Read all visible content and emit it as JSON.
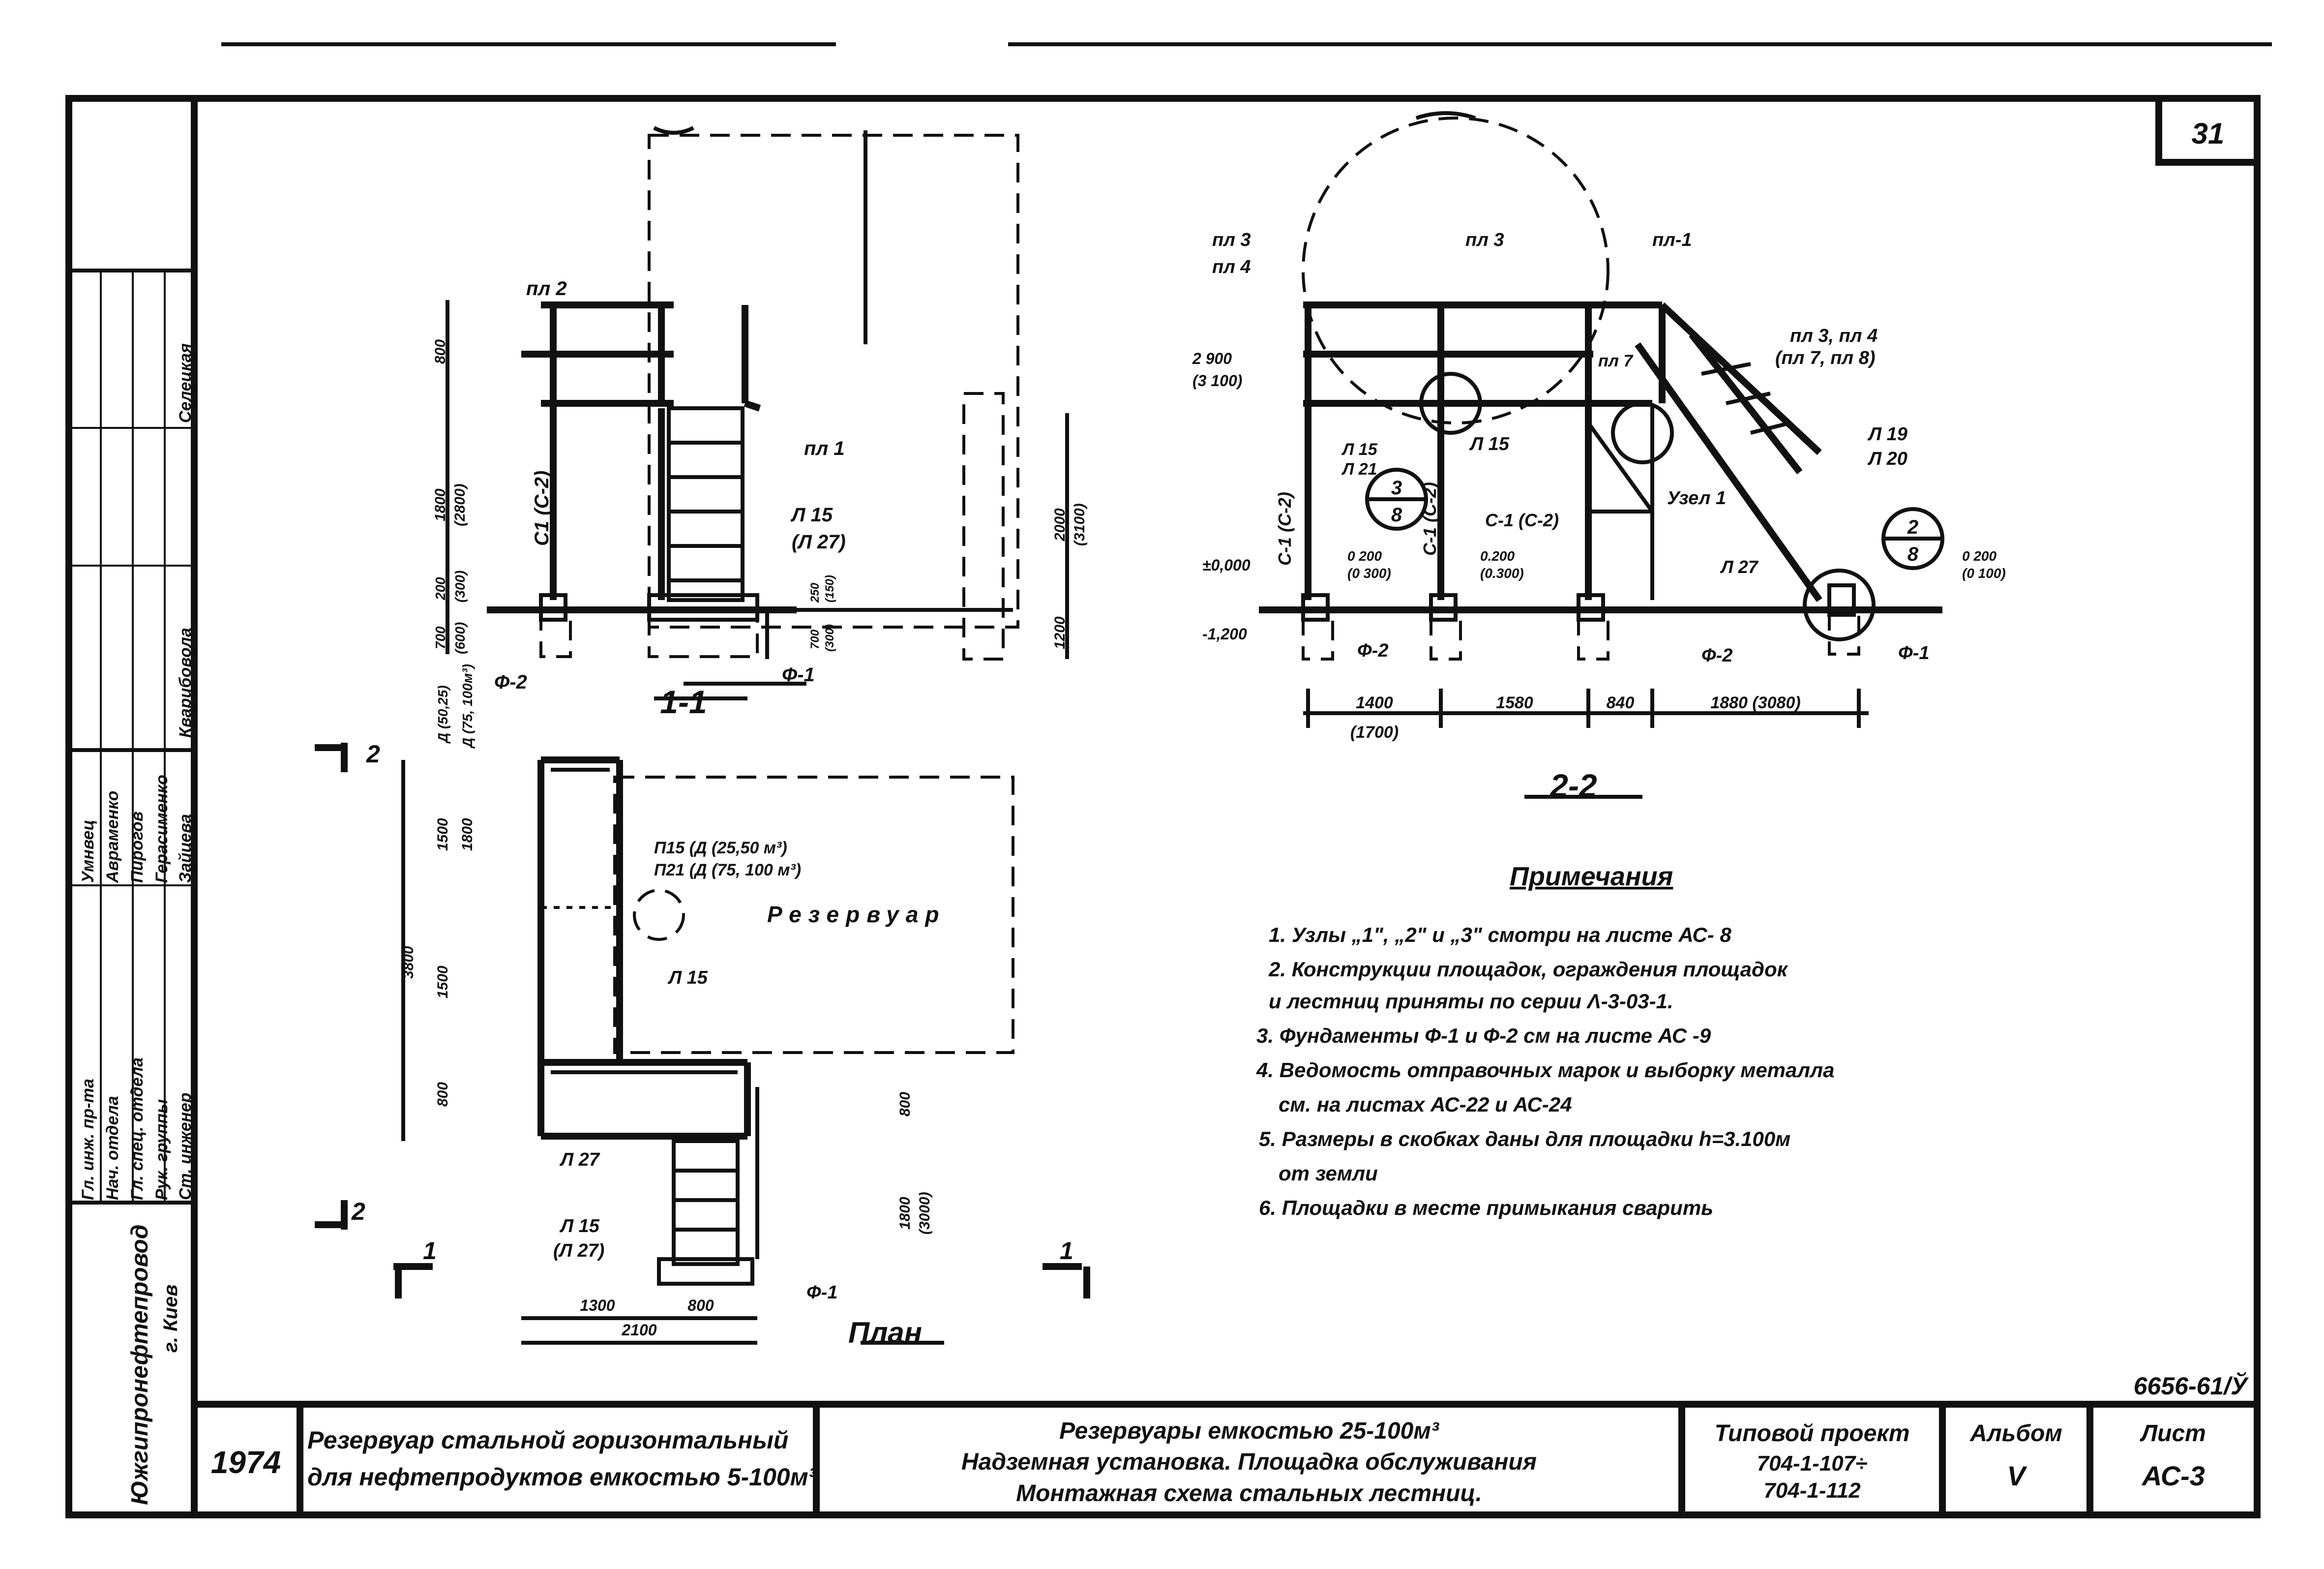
{
  "sheet_number": "31",
  "drawing_code": "6656-61/Ў",
  "left_stamp": {
    "organization": "Южгипронефтепровод",
    "city": "г. Киев",
    "roles": [
      "Гл. инж. пр-та",
      "Нач. отдела",
      "Гл. спец. отдела",
      "Рук. группы",
      "Ст. инженер"
    ],
    "names": [
      "Умнвец",
      "Авраменко",
      "Пирогов",
      "Герасименко",
      "Зайцева"
    ],
    "top_names": [
      "Селецкая",
      "Кварибовола"
    ]
  },
  "title_block": {
    "year": "1974",
    "object": [
      "Резервуар стальной горизонтальный",
      "для нефтепродуктов емкостью 5-100м³"
    ],
    "title": [
      "Резервуары емкостью 25-100м³",
      "Надземная установка. Площадка обслуживания",
      "Монтажная схема стальных лестниц."
    ],
    "project_label": "Типовой проект",
    "project_numbers": [
      "704-1-107÷",
      "704-1-112"
    ],
    "album_label": "Альбом",
    "album": "V",
    "sheet_label": "Лист",
    "sheet": "АС-3"
  },
  "notes": {
    "heading": "Примечания",
    "items": [
      "1. Узлы „1\", „2\" и „3\" смотри на листе АС- 8",
      "2. Конструкции площадок, ограждения площадок",
      "и лестниц    приняты по серии Λ-3-03-1.",
      "3. Фундаменты Ф-1 и Ф-2 см на листе АС -9",
      "4. Ведомость отправочных марок и выборку металла",
      "см. на листах АС-22  и АС-24",
      "5. Размеры в скобках даны для площадки h=3.100м",
      "от земли",
      "6. Площадки в месте примыкания сварить"
    ]
  },
  "section_1_1": {
    "caption": "1-1",
    "labels": [
      "пл 2",
      "пл 1",
      "Л 15",
      "(Л 27)",
      "С1 (С-2)",
      "Ф-2",
      "Ф-1"
    ],
    "dims": [
      "800",
      "1800",
      "(2800)",
      "200",
      "(300)",
      "700",
      "(600)",
      "2000",
      "(3100)",
      "1200",
      "250",
      "(150)",
      "700",
      "(300)"
    ]
  },
  "section_2_2": {
    "caption": "2-2",
    "labels": [
      "пл 3",
      "пл 4",
      "пл 3",
      "пл-1",
      "пл 3, пл 4",
      "(пл 7, пл 8)",
      "пл 7",
      "Л 19",
      "Л 20",
      "Л 15",
      "Л 27",
      "Л 15",
      "Л 21",
      "С-1 (С-2)",
      "С-1 (С-2)",
      "С-1 (С-2)",
      "Узел 1",
      "Ф-2",
      "Ф-2",
      "Ф-1",
      "3",
      "8",
      "2",
      "8"
    ],
    "levels": [
      "2 900",
      "(3 100)",
      "±0,000",
      "-1,200",
      "0 200",
      "(0 300)",
      "0.200",
      "(0.300)",
      "0 200",
      "(0 100)"
    ],
    "dims": [
      "1400",
      "(1700)",
      "1580",
      "840",
      "1880 (3080)"
    ]
  },
  "plan": {
    "caption": "План",
    "tank_label": "Резервуар",
    "labels": [
      "П15 (Д (25,50 м³)",
      "П21 (Д (75, 100 м³)",
      "Л 15",
      "Л 27",
      "Л 15",
      "(Л 27)",
      "Ф-1"
    ],
    "dims": [
      "Д (50,25)",
      "Д (75, 100м³)",
      "1500",
      "1800",
      "1500",
      "3800",
      "800",
      "800",
      "1800",
      "(3000)",
      "1300",
      "800",
      "2100"
    ],
    "cut_marks": [
      "2",
      "2",
      "1",
      "1"
    ]
  }
}
